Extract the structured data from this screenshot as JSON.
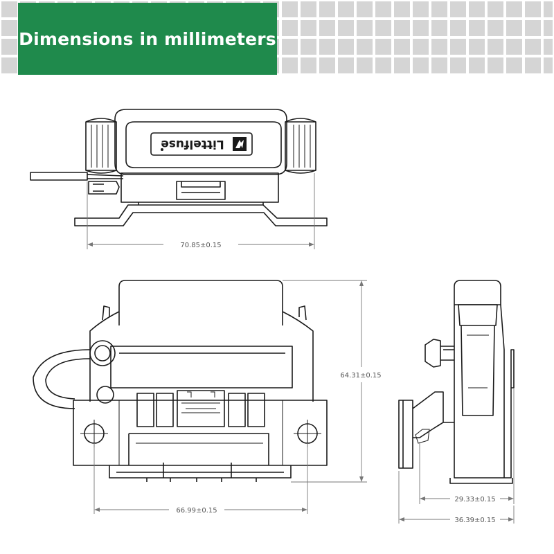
{
  "header": {
    "title": "Dimensions in millimeters"
  },
  "brand": {
    "logo_text": "Littelfuse"
  },
  "dimensions": {
    "top_width": "70.85±0.15",
    "front_height": "64.31±0.15",
    "front_mount_width": "66.99±0.15",
    "side_body_depth": "29.33±0.15",
    "side_total_depth": "36.39±0.15"
  },
  "colors": {
    "banner": "#1f8a4c",
    "banner_text": "#ffffff",
    "grid_tile": "#d5d5d5",
    "line": "#1a1a1a",
    "dimension": "#777777"
  }
}
